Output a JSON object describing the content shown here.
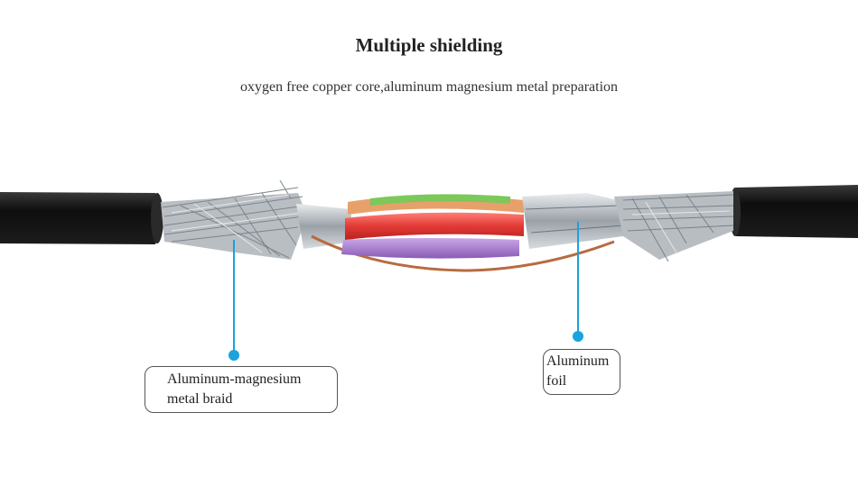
{
  "header": {
    "title": "Multiple shielding",
    "subtitle": "oxygen free copper core,aluminum magnesium metal preparation"
  },
  "callouts": {
    "braid": {
      "line1": "Aluminum-magnesium",
      "line2": "metal braid"
    },
    "foil": {
      "line1": "Aluminum",
      "line2": "foil"
    }
  },
  "colors": {
    "accent": "#1aa3dc",
    "jacket": "#151515",
    "wire_red": "#e23a36",
    "wire_green": "#7cc85a",
    "wire_purple": "#9a6bc2",
    "wire_orange": "#e8a06a"
  }
}
